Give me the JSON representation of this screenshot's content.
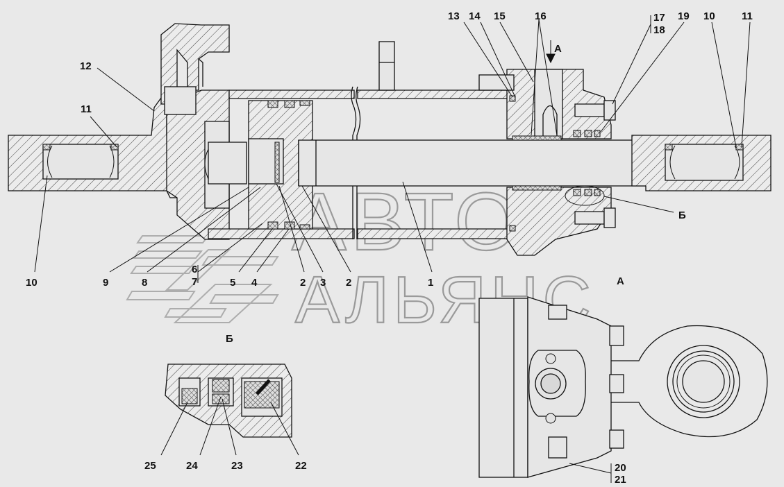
{
  "labels": {
    "l1": "1",
    "l2a": "2",
    "l2b": "2",
    "l3": "3",
    "l4": "4",
    "l5": "5",
    "l6": "6",
    "l7": "7",
    "l8": "8",
    "l9": "9",
    "l10a": "10",
    "l10b": "10",
    "l11a": "11",
    "l11b": "11",
    "l12": "12",
    "l13": "13",
    "l14": "14",
    "l15": "15",
    "l16": "16",
    "l17": "17",
    "l18": "18",
    "l19": "19",
    "l20": "20",
    "l21": "21",
    "l22": "22",
    "l23": "23",
    "l24": "24",
    "l25": "25"
  },
  "views": {
    "arrow_a": "А",
    "view_a": "А",
    "marker_b": "Б",
    "view_b": "Б"
  },
  "watermark": {
    "line1": "АВТО",
    "line2": "АЛЬЯНС"
  }
}
